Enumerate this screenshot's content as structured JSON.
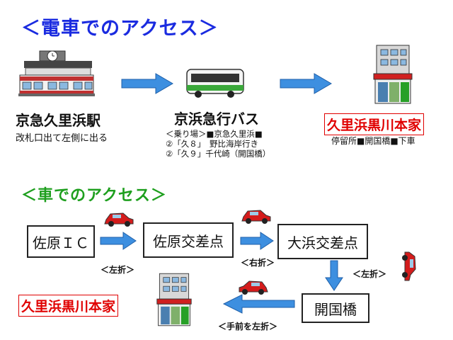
{
  "train_section": {
    "title": "＜電車でのアクセス＞",
    "station_name": "京急久里浜駅",
    "station_note": "改札口出て左側に出る",
    "bus_name": "京浜急行バス",
    "bus_info": [
      "＜乗り場＞■京急久里浜■",
      "②「久８」　野比海岸行き",
      "②「久９」千代崎（開国橋）"
    ],
    "destination": "久里浜黒川本家",
    "destination_note": "停留所■開国橋■下車"
  },
  "car_section": {
    "title": "＜車でのアクセス＞",
    "nodes": [
      "佐原ＩＣ",
      "佐原交差点",
      "大浜交差点",
      "開国橋"
    ],
    "turns": [
      "＜左折＞",
      "＜右折＞",
      "＜左折＞",
      "＜手前を左折＞"
    ],
    "destination": "久里浜黒川本家"
  },
  "colors": {
    "train_title": "#1a2be0",
    "car_title": "#1e9f1e",
    "destination": "#e00000",
    "arrow": "#3d8fe0"
  }
}
